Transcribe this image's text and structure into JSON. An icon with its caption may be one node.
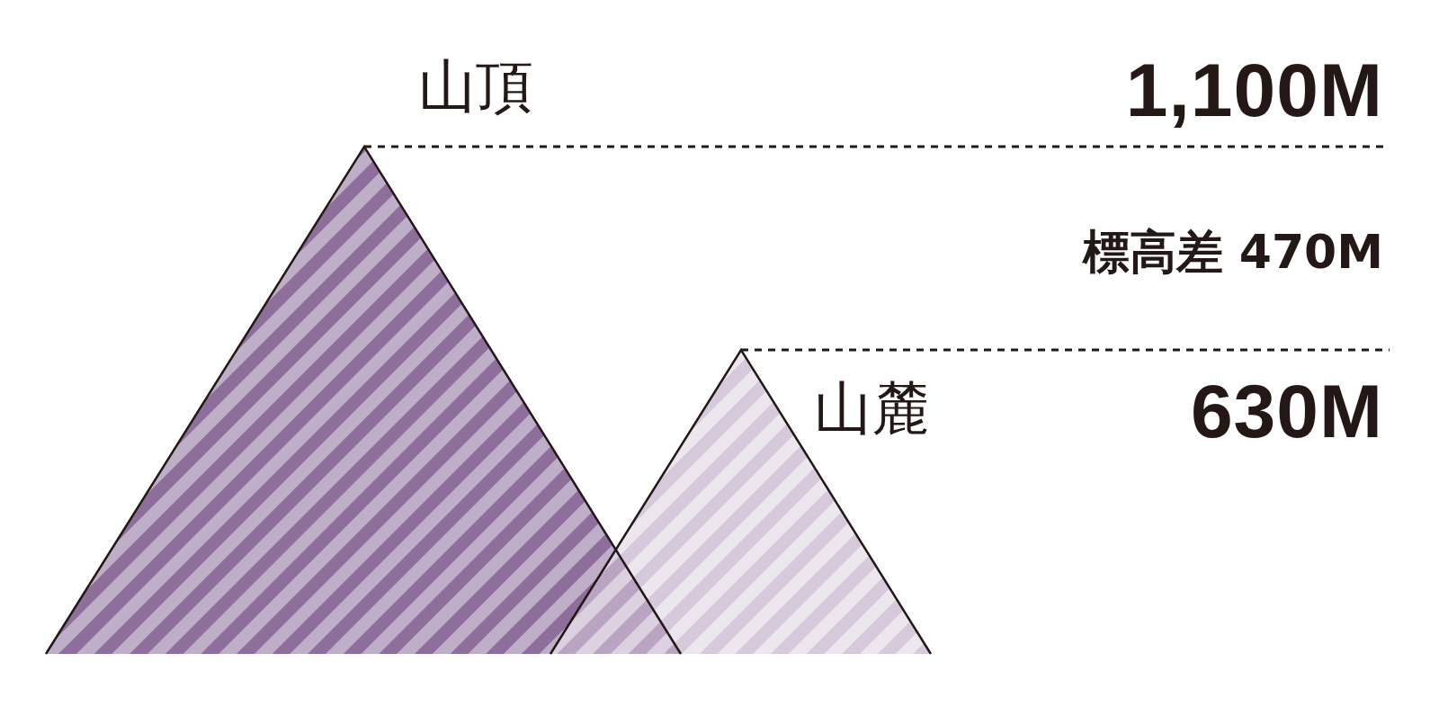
{
  "diagram": {
    "labels": [
      "山頂",
      "1,100M",
      "標高差 470M",
      "山麓",
      "630M"
    ]
  }
}
